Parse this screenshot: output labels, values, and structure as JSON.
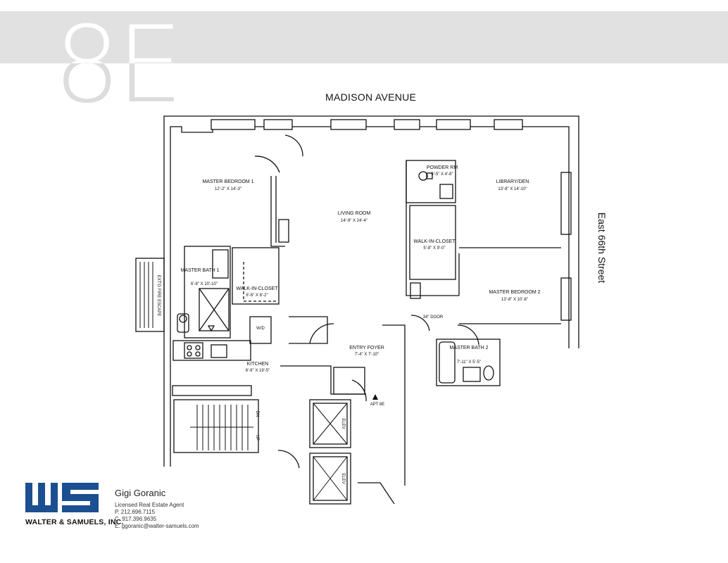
{
  "header": {
    "unit_number": "8E"
  },
  "streets": {
    "top": "MADISON AVENUE",
    "right": "East 66th Street"
  },
  "rooms": [
    {
      "name": "MASTER BEDROOM 1",
      "dims": "12'-2\" X 14'-3\""
    },
    {
      "name": "LIVING ROOM",
      "dims": "14'-9\" X 24'-4\""
    },
    {
      "name": "POWDER RM",
      "dims": "5'-5\" X 4'-8\""
    },
    {
      "name": "LIBRARY/DEN",
      "dims": "13'-8\" X 14'-10\""
    },
    {
      "name": "WALK-IN-CLOSET",
      "dims": "5'-8\" X 9'-0\""
    },
    {
      "name": "MASTER BEDROOM 2",
      "dims": "13'-8\" X 10'-8\""
    },
    {
      "name": "MASTER BATH 1",
      "dims": "6'-8\" X 10'-10\""
    },
    {
      "name": "WALK-IN-CLOSET",
      "dims": "6'-6\" X 8'-2\""
    },
    {
      "name": "KITCHEN",
      "dims": "6'-9\" X 19'-5\""
    },
    {
      "name": "ENTRY FOYER",
      "dims": "7'-4\" X 7'-10\""
    },
    {
      "name": "MASTER BATH 2",
      "dims": "7'-11\" X 5'-5\""
    }
  ],
  "fixtures": {
    "washer_dryer": "W/D",
    "door_note": "34\" DOOR",
    "apt_label": "APT 8E",
    "fire_escape": "EXT'G FIRE ESCAPE",
    "elevator": "ELEV",
    "stair_down": "DN",
    "stair_up": "UP"
  },
  "brand": {
    "company": "WALTER & SAMUELS, INC.",
    "color": "#1b4f91"
  },
  "agent": {
    "name": "Gigi Goranic",
    "title": "Licensed Real Estate Agent",
    "phone": "P. 212.696.7115",
    "cell": "C. 917.396.9635",
    "email": "E. ggoranic@walter-samuels.com"
  }
}
